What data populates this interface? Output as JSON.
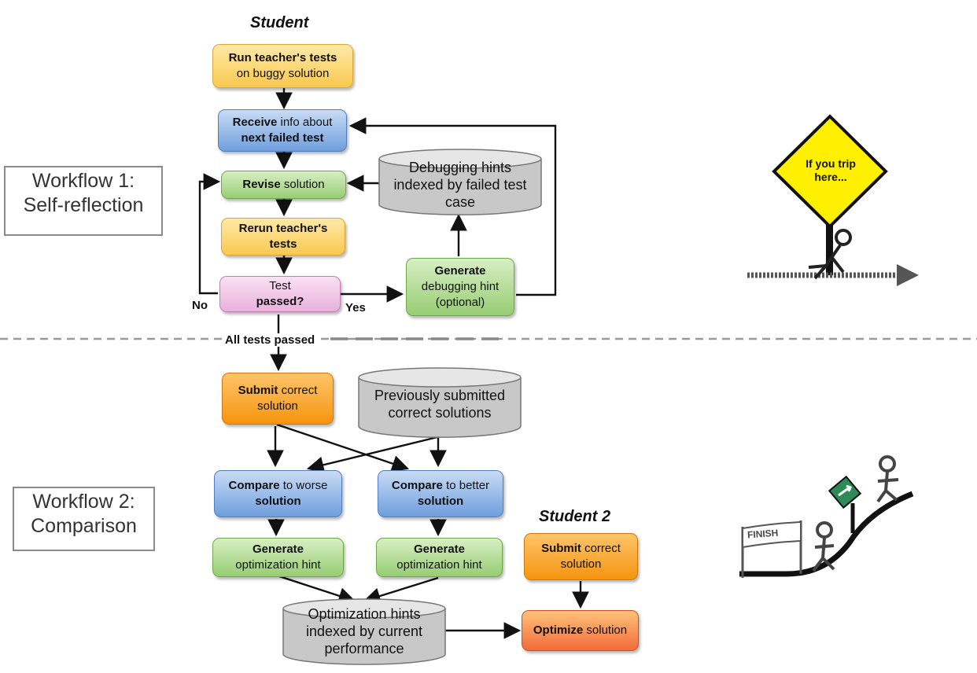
{
  "titles": {
    "student": "Student",
    "student2": "Student 2"
  },
  "workflows": {
    "wf1": [
      "Workflow 1:",
      "Self-reflection"
    ],
    "wf2": [
      "Workflow 2:",
      "Comparison"
    ]
  },
  "boxes": {
    "run_tests": [
      {
        "b": "Run teacher's tests",
        "t": ""
      },
      {
        "b": "",
        "t": "on buggy solution"
      }
    ],
    "receive_info": [
      {
        "b": "Receive",
        "t": " info about"
      },
      {
        "b": "next failed test",
        "t": ""
      }
    ],
    "revise": [
      {
        "b": "Revise",
        "t": " solution"
      }
    ],
    "rerun_tests": [
      {
        "b": "Rerun teacher's",
        "t": ""
      },
      {
        "b": "tests",
        "t": ""
      }
    ],
    "test_passed": [
      {
        "b": "",
        "t": "Test "
      },
      {
        "b": "passed?",
        "t": ""
      }
    ],
    "gen_debug": [
      {
        "b": "Generate",
        "t": ""
      },
      {
        "b": "",
        "t": "debugging hint"
      },
      {
        "b": "",
        "t": "(optional)"
      }
    ],
    "submit_correct": [
      {
        "b": "Submit",
        "t": " correct"
      },
      {
        "b": "",
        "t": "solution"
      }
    ],
    "compare_worse": [
      {
        "b": "Compare",
        "t": " to worse"
      },
      {
        "b": "solution",
        "t": ""
      }
    ],
    "compare_better": [
      {
        "b": "Compare",
        "t": " to better"
      },
      {
        "b": "solution",
        "t": ""
      }
    ],
    "gen_opt1": [
      {
        "b": "Generate",
        "t": ""
      },
      {
        "b": "",
        "t": "optimization hint"
      }
    ],
    "gen_opt2": [
      {
        "b": "Generate",
        "t": ""
      },
      {
        "b": "",
        "t": "optimization hint"
      }
    ],
    "submit_correct2": [
      {
        "b": "Submit",
        "t": " correct"
      },
      {
        "b": "",
        "t": "solution"
      }
    ],
    "optimize": [
      {
        "b": "Optimize",
        "t": " solution"
      }
    ]
  },
  "databases": {
    "debug_hints": [
      "Debugging hints",
      "indexed by failed test",
      "case"
    ],
    "prev_solutions": [
      "Previously submitted",
      "correct solutions"
    ],
    "opt_hints": [
      "Optimization hints",
      "indexed by current",
      "performance"
    ]
  },
  "edge_labels": {
    "no": "No",
    "yes": "Yes",
    "all_passed": "All tests passed"
  },
  "illustrations": {
    "trip_sign": [
      "If you trip",
      "here..."
    ],
    "finish_banner": "FINISH"
  },
  "colors": {
    "yellow": "#f9c94f",
    "blue": "#6f9edd",
    "green": "#97cd73",
    "orange": "#f5950f",
    "pink": "#e9b1dc",
    "red": "#f26b3a",
    "db_gray": "#c8c8c8",
    "sign_yellow": "#ffef00",
    "sign_green": "#2e8b57"
  }
}
